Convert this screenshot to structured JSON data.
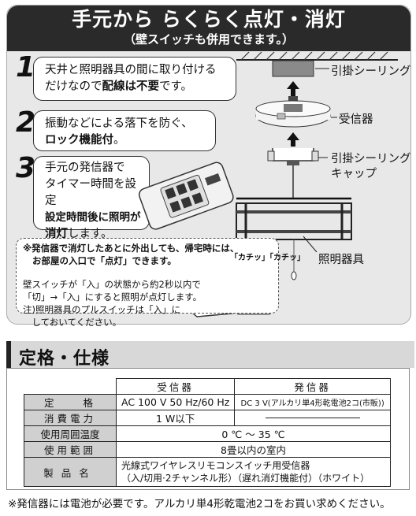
{
  "banner": {
    "title": "手元から らくらく点灯・消灯",
    "subtitle": "（壁スイッチも併用できます。）"
  },
  "steps": [
    {
      "number": "1",
      "line1": "天井と照明器具の間に取り付ける",
      "line2_pre": "だけなので",
      "line2_bold": "配線は不要",
      "line2_post": "です。"
    },
    {
      "number": "2",
      "line1": "振動などによる落下を防ぐ、",
      "line2_bold": "ロック機能付",
      "line2_post": "。"
    },
    {
      "number": "3",
      "line1": "手元の発信器で",
      "line2": "タイマー時間を設定",
      "line3_bold": "設定時間後に照明が",
      "line4_bold": "消灯",
      "line4_post": "します。"
    }
  ],
  "callouts": {
    "ceiling_rosette": "引掛シーリング",
    "receiver": "受信器",
    "rosette_cap_1": "引掛シーリング",
    "rosette_cap_2": "キャップ",
    "fixture": "照明器具"
  },
  "note": {
    "headline_1": "※発信器で消灯したあとに外出しても、帰宅時には、",
    "headline_2": "お部屋の入口で「点灯」できます。",
    "click": "「カチッ」「カチッ」",
    "body_1": "壁スイッチが「入」の状態から約2秒以内で",
    "body_2": "「切」→「入」にすると照明が点灯します。",
    "body_3": "注)照明器具のプルスイッチは「入」に",
    "body_4": "　しておいてください。"
  },
  "spec": {
    "title": "定格・仕様",
    "col_receiver": "受信器",
    "col_transmitter": "発信器",
    "rows": {
      "rating_label": "定　　格",
      "rating_receiver": "AC 100 V  50 Hz/60 Hz",
      "rating_transmitter": "DC 3 V(アルカリ単4形乾電池2コ(市販))",
      "power_label": "消費電力",
      "power_receiver": "1 W以下",
      "temp_label": "使用周囲温度",
      "temp_value": "0 ℃ ～ 35 ℃",
      "range_label": "使用範囲",
      "range_value": "8畳以内の室内",
      "product_label": "製品名",
      "product_line1": "光線式ワイヤレスリモコンスイッチ用受信器",
      "product_line2": "（入/切用·2チャンネル形）（遅れ消灯機能付）（ホワイト）"
    }
  },
  "footer": "※発信器には電池が必要です。アルカリ単4形乾電池2コをお買い求めください。"
}
